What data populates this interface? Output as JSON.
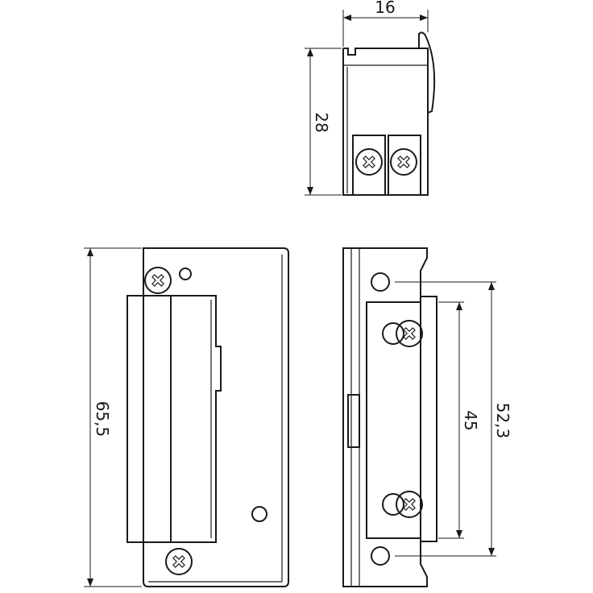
{
  "dimensions": {
    "top_width": "16",
    "top_height": "28",
    "front_height": "65,5",
    "side_inner": "45",
    "side_outer": "52,3"
  },
  "colors": {
    "line": "#1a1a1a",
    "background": "#ffffff"
  }
}
